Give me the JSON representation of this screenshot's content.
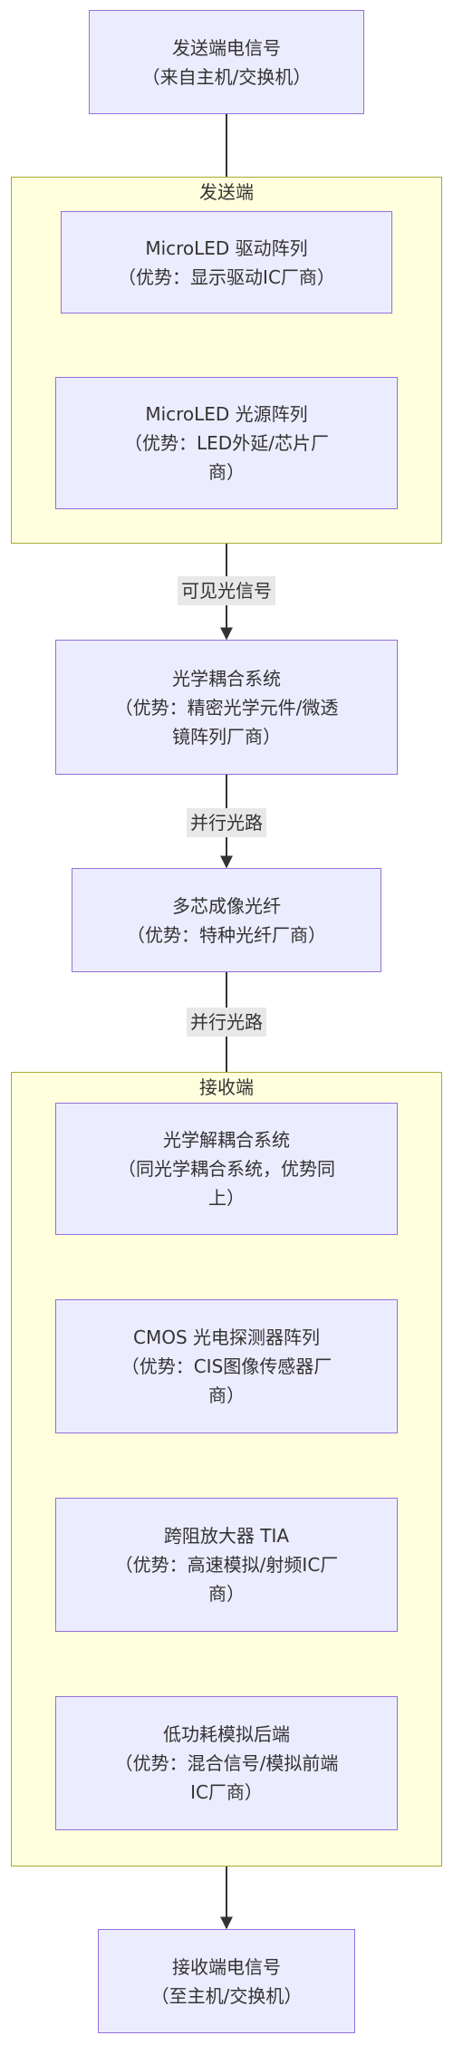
{
  "groups": {
    "sender": {
      "title": "发送端"
    },
    "receiver": {
      "title": "接收端"
    }
  },
  "nodes": {
    "tx_signal": {
      "line1": "发送端电信号",
      "line2": "（来自主机/交换机）",
      "line3": ""
    },
    "microled_driver": {
      "line1": "MicroLED 驱动阵列",
      "line2": "（优势：显示驱动IC厂商）",
      "line3": ""
    },
    "microled_source": {
      "line1": "MicroLED 光源阵列",
      "line2": "（优势：LED外延/芯片厂",
      "line3": "商）"
    },
    "optical_coupling": {
      "line1": "光学耦合系统",
      "line2": "（优势：精密光学元件/微透",
      "line3": "镜阵列厂商）"
    },
    "fiber": {
      "line1": "多芯成像光纤",
      "line2": "（优势：特种光纤厂商）",
      "line3": ""
    },
    "optical_decoupling": {
      "line1": "光学解耦合系统",
      "line2": "（同光学耦合系统，优势同",
      "line3": "上）"
    },
    "cmos_detector": {
      "line1": "CMOS 光电探测器阵列",
      "line2": "（优势：CIS图像传感器厂",
      "line3": "商）"
    },
    "tia": {
      "line1": "跨阻放大器 TIA",
      "line2": "（优势：高速模拟/射频IC厂",
      "line3": "商）"
    },
    "analog_backend": {
      "line1": "低功耗模拟后端",
      "line2": "（优势：混合信号/模拟前端",
      "line3": "IC厂商）"
    },
    "rx_signal": {
      "line1": "接收端电信号",
      "line2": "（至主机/交换机）",
      "line3": ""
    }
  },
  "edges": {
    "visible_light": "可见光信号",
    "parallel_path_1": "并行光路",
    "parallel_path_2": "并行光路"
  },
  "colors": {
    "node_fill": "#ececff",
    "node_border": "#9370db",
    "group_fill": "#ffffde",
    "group_border": "#aaaa33",
    "edge": "#333333",
    "edge_label_bg": "#e8e8e8"
  }
}
